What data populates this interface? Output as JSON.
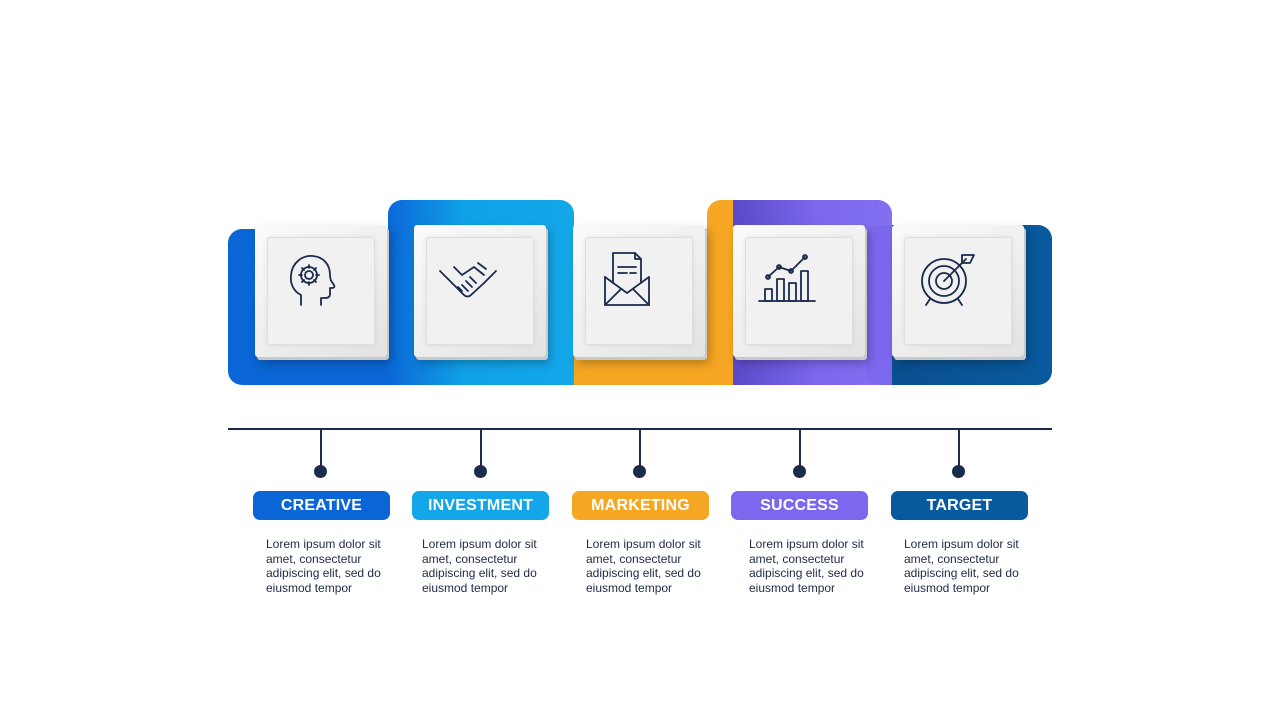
{
  "colors": {
    "creative": "#0a66d6",
    "investment": "#13a6e8",
    "marketing": "#f5a623",
    "success": "#7b68ee",
    "target": "#085a9e",
    "line": "#1a2b4c"
  },
  "steps": [
    {
      "label": "CREATIVE",
      "icon": "head-gear-icon",
      "text": "Lorem ipsum dolor sit amet, consectetur adipiscing elit, sed do eiusmod tempor"
    },
    {
      "label": "INVESTMENT",
      "icon": "handshake-icon",
      "text": "Lorem ipsum dolor sit amet, consectetur adipiscing elit, sed do eiusmod tempor"
    },
    {
      "label": "MARKETING",
      "icon": "envelope-document-icon",
      "text": "Lorem ipsum dolor sit amet, consectetur adipiscing elit, sed do eiusmod tempor"
    },
    {
      "label": "SUCCESS",
      "icon": "growth-chart-icon",
      "text": "Lorem ipsum dolor sit amet, consectetur adipiscing elit, sed do eiusmod tempor"
    },
    {
      "label": "TARGET",
      "icon": "target-arrow-icon",
      "text": "Lorem ipsum dolor sit amet, consectetur adipiscing elit, sed do eiusmod tempor"
    }
  ]
}
